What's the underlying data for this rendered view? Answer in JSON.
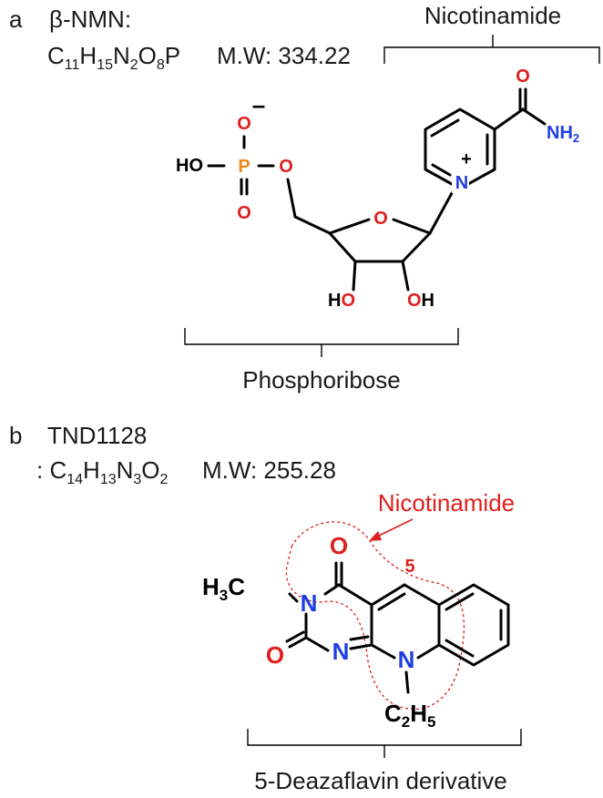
{
  "panel_a": {
    "label": "a",
    "compound_name": "β-NMN:",
    "formula": {
      "C": "C",
      "C_n": "11",
      "H": "H",
      "H_n": "15",
      "N": "N",
      "N_n": "2",
      "O": "O",
      "O_n": "8",
      "P": "P"
    },
    "mw": "M.W: 334.22",
    "bracket_top_label": "Nicotinamide",
    "bracket_bottom_label": "Phosphoribose",
    "atoms": {
      "minus": "–",
      "O_top": "O",
      "HO": "HO",
      "P": "P",
      "O_bridge": "O",
      "O_bottom": "O",
      "O_ring": "O",
      "plus": "+",
      "N_ring": "N",
      "O_amide": "O",
      "NH": "NH",
      "NH_sub": "2",
      "HO_left": "H",
      "HO_left_O": "O",
      "OH_right_O": "O",
      "OH_right_H": "H"
    },
    "colors": {
      "oxygen": "#e01f1f",
      "nitrogen": "#1f3fe0",
      "phosphorus": "#f08a1c"
    }
  },
  "panel_b": {
    "label": "b",
    "compound_name": "TND1128",
    "formula": {
      "prefix": ": ",
      "C": "C",
      "C_n": "14",
      "H": "H",
      "H_n": "13",
      "N": "N",
      "N_n": "3",
      "O": "O",
      "O_n": "2"
    },
    "mw": "M.W: 255.28",
    "annotation": "Nicotinamide",
    "position_label": "5",
    "bracket_bottom_label": "5-Deazaflavin derivative",
    "atoms": {
      "O_top": "O",
      "H3C_H": "H",
      "H3C_3": "3",
      "H3C_C": "C",
      "N3": "N",
      "O_left": "O",
      "N1": "N",
      "N10": "N",
      "C2H5_C": "C",
      "C2H5_2": "2",
      "C2H5_H": "H",
      "C2H5_5": "5"
    },
    "colors": {
      "annotation": "#e01f1f"
    }
  }
}
